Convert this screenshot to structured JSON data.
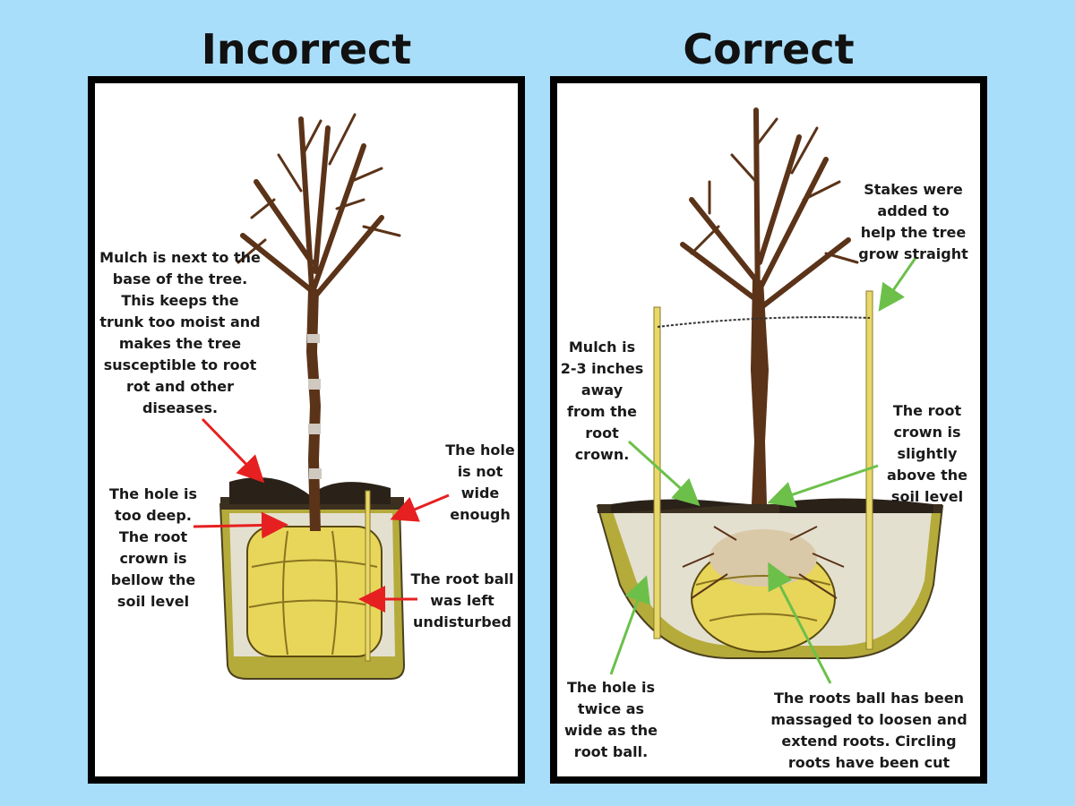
{
  "headings": {
    "incorrect": "Incorrect",
    "correct": "Correct"
  },
  "incorrect_labels": {
    "mulch": [
      "Mulch is next to the",
      "base of the tree.",
      "This keeps the",
      "trunk too moist and",
      "makes the tree",
      "susceptible to root",
      "rot and other",
      "diseases."
    ],
    "hole_deep": [
      "The hole is",
      "too deep.",
      "The root",
      "crown is",
      "bellow the",
      "soil level"
    ],
    "hole_wide": [
      "The hole",
      "is not",
      "wide",
      "enough"
    ],
    "root_ball": [
      "The root ball",
      "was left",
      "undisturbed"
    ]
  },
  "correct_labels": {
    "stakes": [
      "Stakes were",
      "added to",
      "help the tree",
      "grow straight"
    ],
    "mulch": [
      "Mulch is",
      "2-3 inches",
      "away",
      "from the",
      "root",
      "crown."
    ],
    "root_crown": [
      "The root",
      "crown is",
      "slightly",
      "above the",
      "soil level"
    ],
    "hole_wide": [
      "The hole is",
      "twice as",
      "wide as the",
      "root ball."
    ],
    "roots_ball": [
      "The roots ball has been",
      "massaged to loosen and",
      "extend roots. Circling",
      "roots have been cut"
    ]
  },
  "colors": {
    "background": "#a9defb",
    "red_arrow": "#e62020",
    "green_arrow": "#6cc04a",
    "soil": "#b5ab3a",
    "root_ball": "#e8d65a",
    "bark": "#5b3318"
  }
}
